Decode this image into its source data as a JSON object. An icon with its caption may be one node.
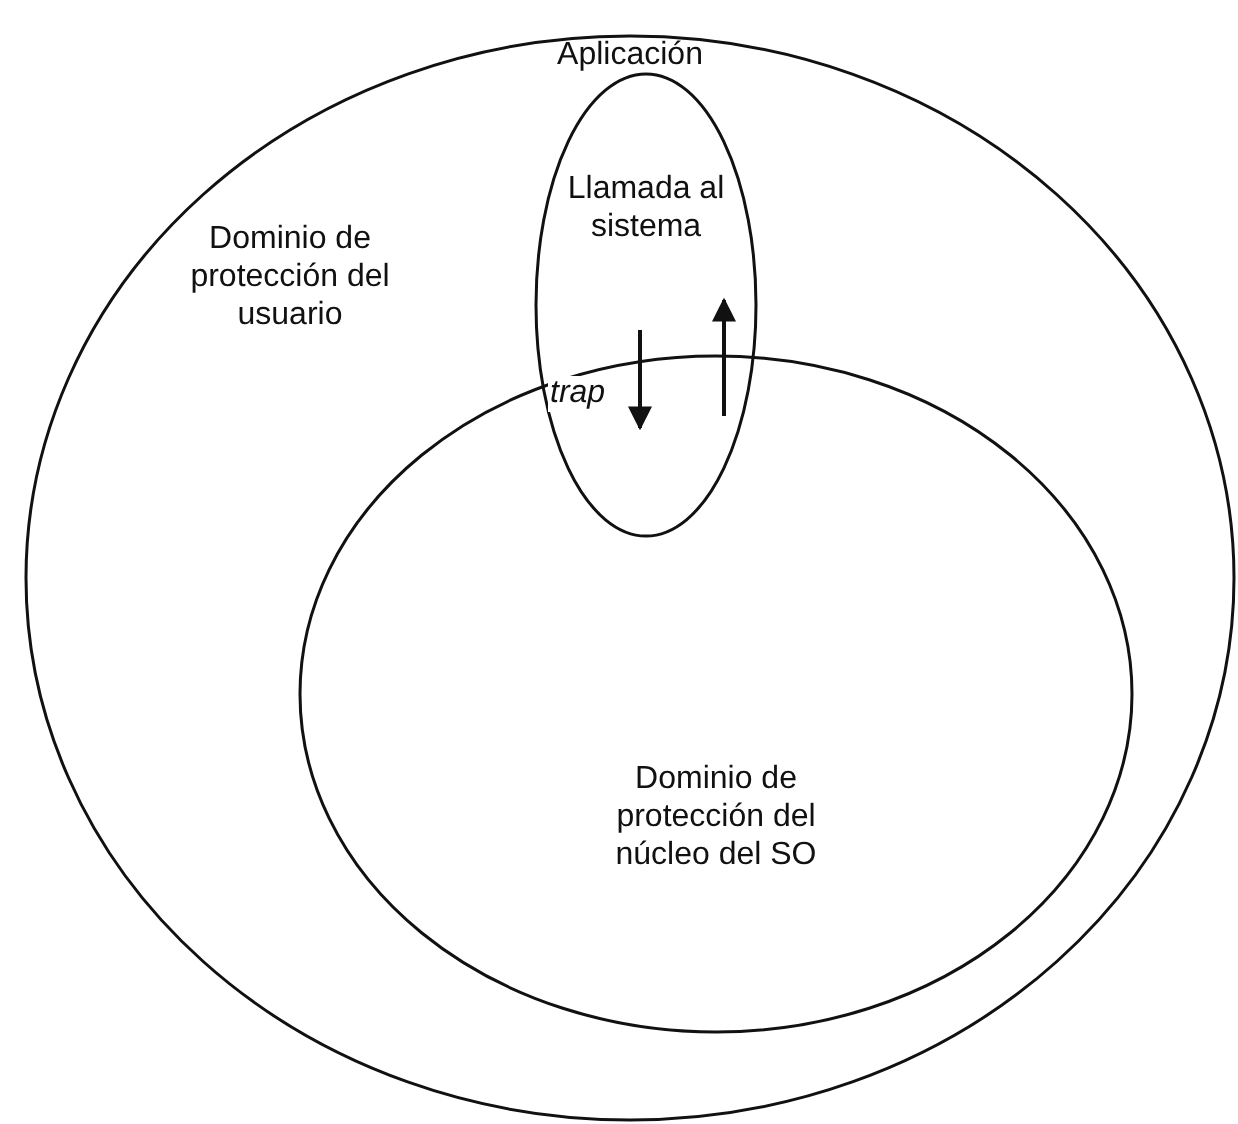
{
  "diagram": {
    "nodes": [
      {
        "text": [
          "Aplicación",
          "Dominio de protección del usuario"
        ]
      },
      {
        "text": [
          "Dominio de protección del núcleo del SO"
        ],
        "in": 0
      },
      {
        "text": [
          "Llamada al sistema"
        ],
        "in": 0
      }
    ],
    "edges": [
      {
        "from": 2,
        "to": 1,
        "arrow": "to",
        "label": "trap"
      },
      {
        "from": 1,
        "to": 2,
        "arrow": "to"
      }
    ]
  }
}
